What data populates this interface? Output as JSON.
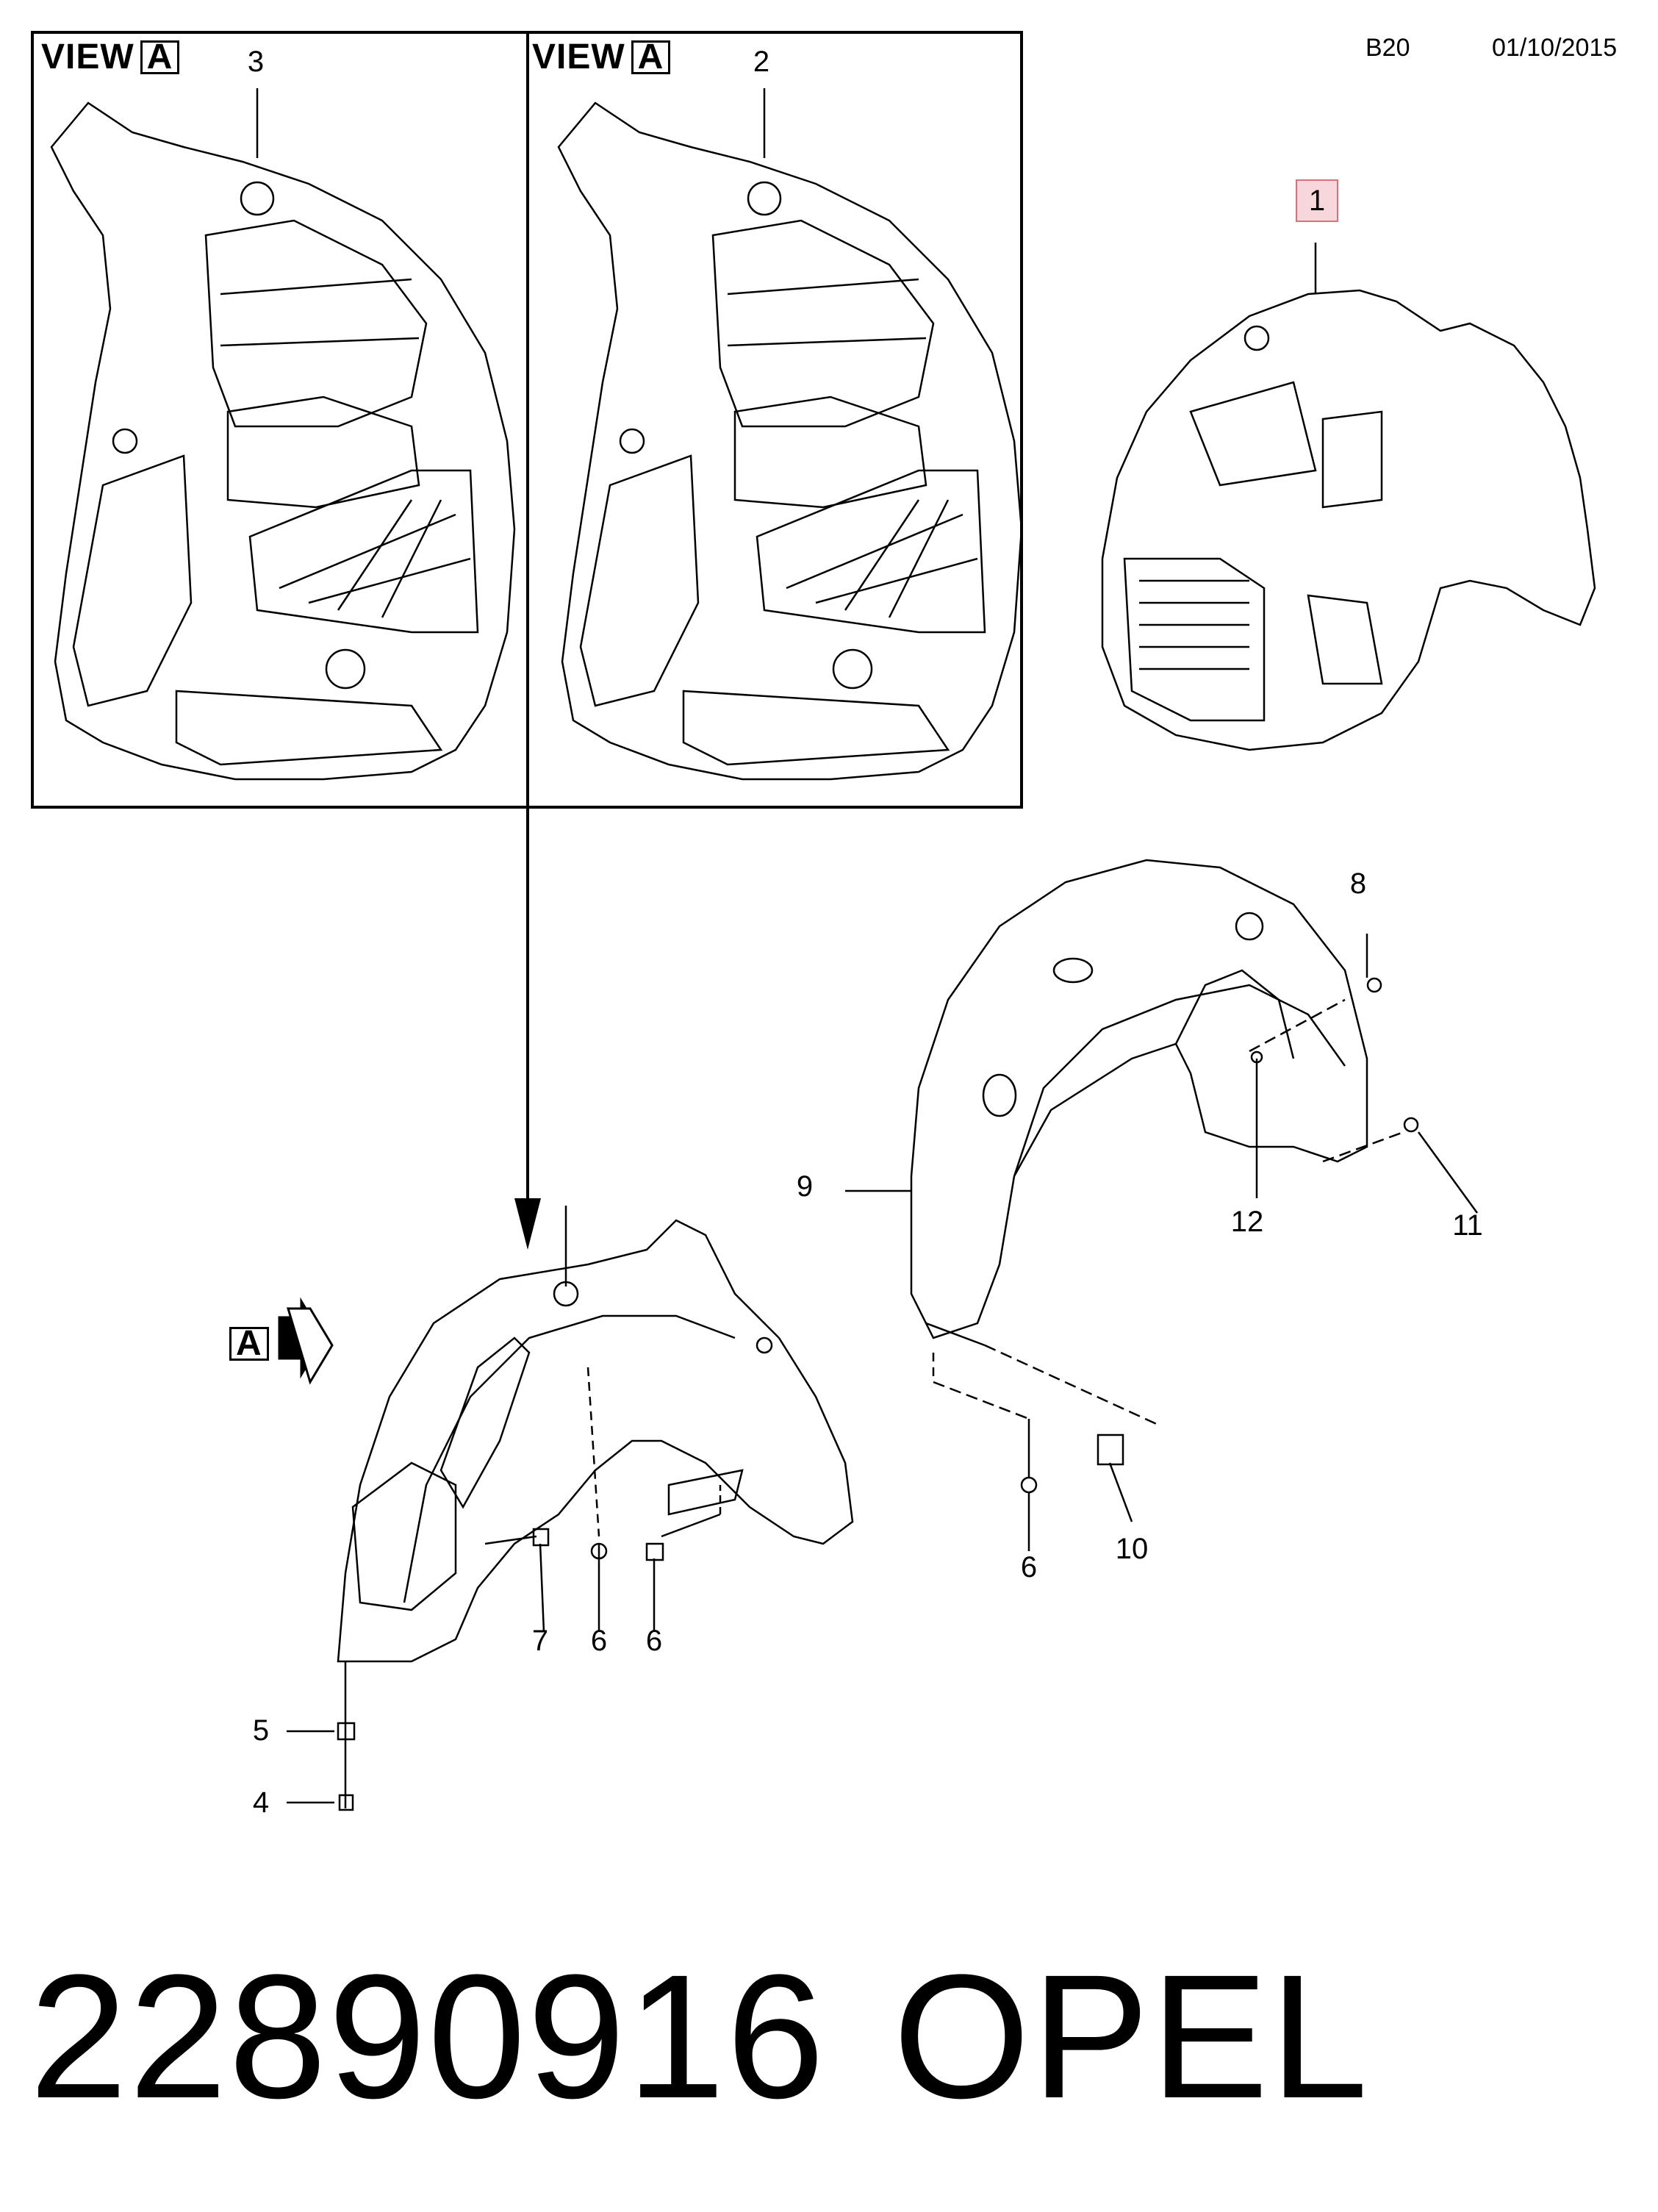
{
  "header": {
    "code": "B20",
    "date": "01/10/2015"
  },
  "views": [
    {
      "title": "VIEW",
      "letter": "A",
      "callout": "3"
    },
    {
      "title": "VIEW",
      "letter": "A",
      "callout": "2"
    }
  ],
  "callouts": {
    "c1": "1",
    "c4": "4",
    "c5": "5",
    "c6a": "6",
    "c6b": "6",
    "c6c": "6",
    "c7": "7",
    "c8": "8",
    "c9": "9",
    "c10": "10",
    "c11": "11",
    "c12": "12"
  },
  "view_arrow": {
    "letter": "A"
  },
  "footer": {
    "part_number": "22890916",
    "brand": "OPEL"
  },
  "colors": {
    "highlight_fill": "#f8d7dc",
    "highlight_border": "#d9707c",
    "line": "#000000"
  }
}
